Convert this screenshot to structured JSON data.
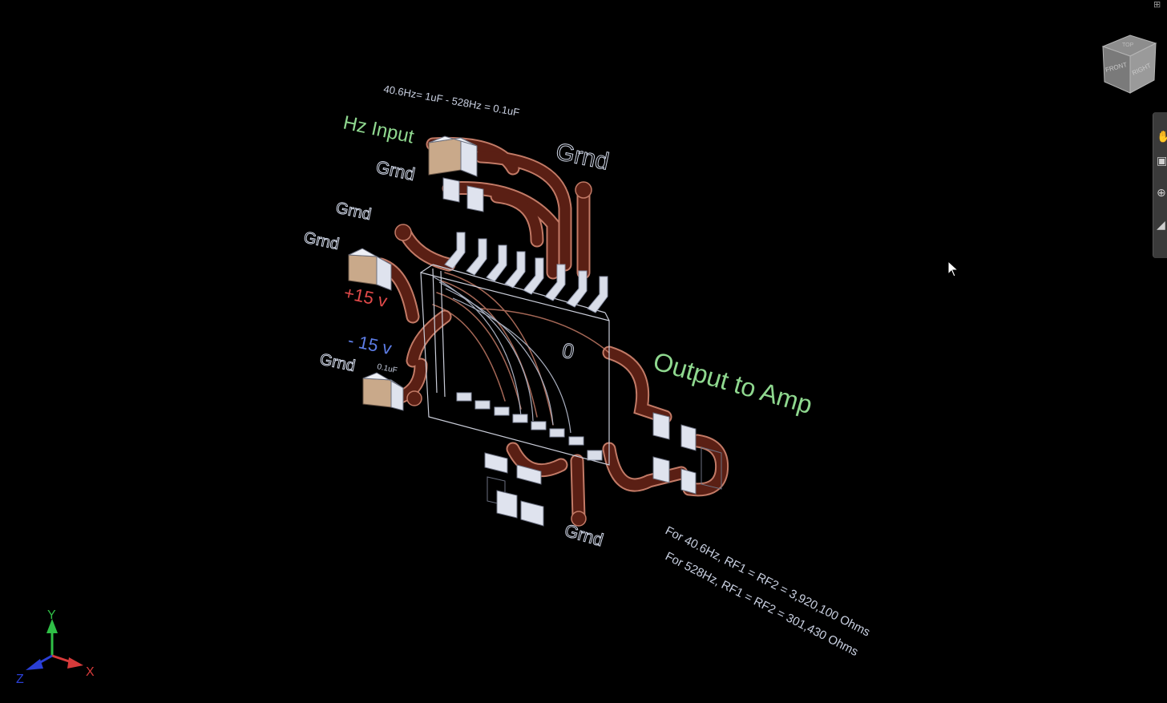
{
  "scene": {
    "labels": {
      "cap_note": "40.6Hz= 1uF  - 528Hz = 0.1uF",
      "hz_input": "Hz Input",
      "grnd_top": "Grnd",
      "grnd_input": "Grnd",
      "grnd_left1": "Grnd",
      "grnd_left2": "Grnd",
      "plus15": "+15 v",
      "minus15": "- 15 v",
      "cap_small": "0.1uF",
      "grnd_left3": "Grnd",
      "chip_mark": "0",
      "output": "Output to Amp",
      "grnd_bottom": "Grnd",
      "note1": "For 40.6Hz, RF1 = RF2 = 3,920,100 Ohms",
      "note2": "For  528Hz, RF1 = RF2 = 301,430 Ohms"
    },
    "colors": {
      "trace": "#5a1f14",
      "trace_edge": "#c27a66",
      "label_green": "#8fd88f",
      "label_red": "#e24a4a",
      "label_blue": "#5d7de6",
      "label_outline": "#cfd6e6",
      "cap_body": "#c9a98a",
      "cap_end": "#dfe3ee"
    }
  },
  "viewcube": {
    "faces": {
      "top": "TOP",
      "front": "FRONT",
      "right": "RIGHT"
    }
  },
  "nav_bar": {
    "buttons": [
      "hand-icon",
      "zoom-icon",
      "orbit-icon",
      "look-icon"
    ]
  },
  "triad": {
    "x": "X",
    "y": "Y",
    "z": "Z"
  }
}
